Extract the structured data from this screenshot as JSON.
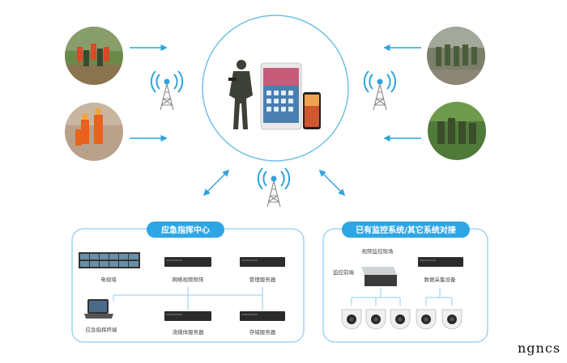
{
  "left_panel": {
    "title": "应急指挥中心",
    "items": {
      "video_wall": "电视墙",
      "network_matrix": "网络视频矩阵",
      "management_server": "管理服务器",
      "command_terminal": "应急指挥终端",
      "streaming_server": "流媒体服务器",
      "storage_server": "存储服务器"
    }
  },
  "right_panel": {
    "title": "已有监控系统/其它系统对接",
    "items": {
      "video_site": "视频监控现场",
      "front_end": "监控前端",
      "data_collection": "数据采集设备"
    }
  },
  "watermark": "ngncs",
  "colors": {
    "accent": "#2fa3de",
    "line": "#8fcdef",
    "pill": "#2ea6e6"
  }
}
